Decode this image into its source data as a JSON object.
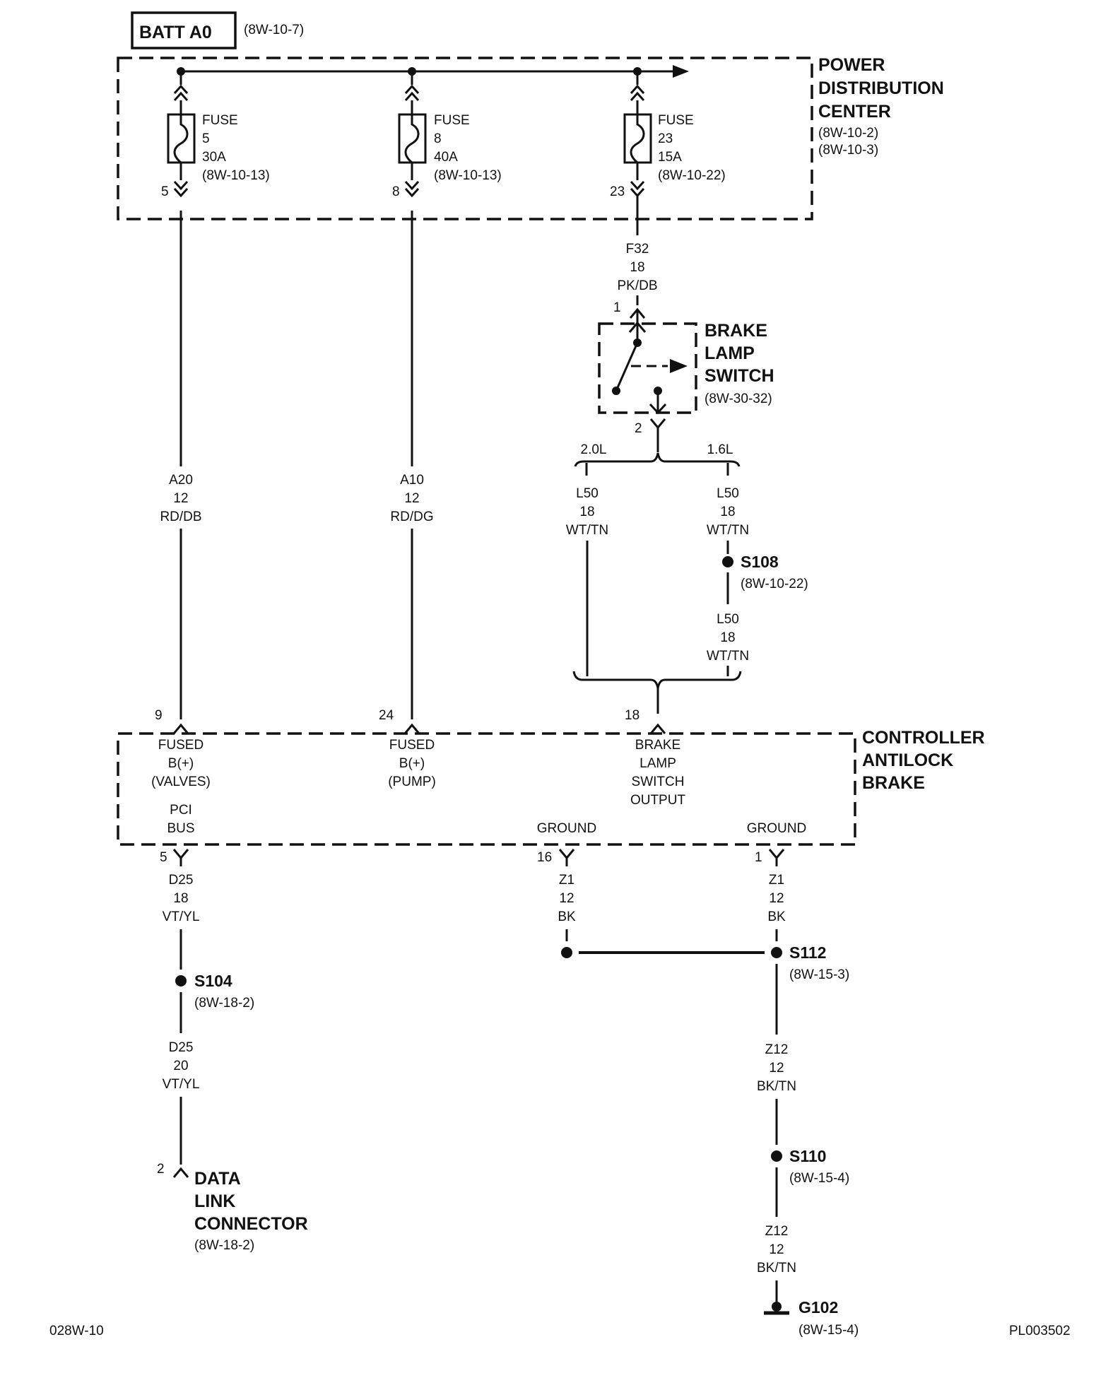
{
  "batt": {
    "label": "BATT A0",
    "ref": "(8W-10-7)"
  },
  "pdc": {
    "title": [
      "POWER",
      "DISTRIBUTION",
      "CENTER"
    ],
    "refs": [
      "(8W-10-2)",
      "(8W-10-3)"
    ]
  },
  "fuses": [
    {
      "lines": [
        "FUSE",
        "5",
        "30A",
        "(8W-10-13)"
      ],
      "pin": "5"
    },
    {
      "lines": [
        "FUSE",
        "8",
        "40A",
        "(8W-10-13)"
      ],
      "pin": "8"
    },
    {
      "lines": [
        "FUSE",
        "23",
        "15A",
        "(8W-10-22)"
      ],
      "pin": "23"
    }
  ],
  "wires": {
    "f32": [
      "F32",
      "18",
      "PK/DB"
    ],
    "a20": [
      "A20",
      "12",
      "RD/DB"
    ],
    "a10": [
      "A10",
      "12",
      "RD/DG"
    ],
    "l50_left": [
      "L50",
      "18",
      "WT/TN"
    ],
    "l50_right_top": [
      "L50",
      "18",
      "WT/TN"
    ],
    "l50_right_bottom": [
      "L50",
      "18",
      "WT/TN"
    ],
    "d25_top": [
      "D25",
      "18",
      "VT/YL"
    ],
    "d25_bottom": [
      "D25",
      "20",
      "VT/YL"
    ],
    "z1_left": [
      "Z1",
      "12",
      "BK"
    ],
    "z1_right": [
      "Z1",
      "12",
      "BK"
    ],
    "z12_top": [
      "Z12",
      "12",
      "BK/TN"
    ],
    "z12_bottom": [
      "Z12",
      "12",
      "BK/TN"
    ]
  },
  "brake_switch": {
    "title": [
      "BRAKE",
      "LAMP",
      "SWITCH"
    ],
    "ref": "(8W-30-32)",
    "pin_in": "1",
    "pin_out": "2"
  },
  "engine_options": {
    "left": "2.0L",
    "right": "1.6L"
  },
  "splices": {
    "s108": {
      "label": "S108",
      "ref": "(8W-10-22)"
    },
    "s104": {
      "label": "S104",
      "ref": "(8W-18-2)"
    },
    "s112": {
      "label": "S112",
      "ref": "(8W-15-3)"
    },
    "s110": {
      "label": "S110",
      "ref": "(8W-15-4)"
    }
  },
  "cab": {
    "title": [
      "CONTROLLER",
      "ANTILOCK",
      "BRAKE"
    ],
    "pins_top": [
      "9",
      "24",
      "18"
    ],
    "pin9_label": [
      "FUSED",
      "B(+)",
      "(VALVES)"
    ],
    "pin24_label": [
      "FUSED",
      "B(+)",
      "(PUMP)"
    ],
    "pin18_label": [
      "BRAKE",
      "LAMP",
      "SWITCH",
      "OUTPUT"
    ],
    "pci_label": [
      "PCI",
      "BUS"
    ],
    "ground_left": "GROUND",
    "ground_right": "GROUND",
    "pins_bottom": [
      "5",
      "16",
      "1"
    ]
  },
  "dlc": {
    "pin": "2",
    "title": [
      "DATA",
      "LINK",
      "CONNECTOR"
    ],
    "ref": "(8W-18-2)"
  },
  "ground": {
    "label": "G102",
    "ref": "(8W-15-4)"
  },
  "footer": {
    "left": "028W-10",
    "right": "PL003502"
  }
}
